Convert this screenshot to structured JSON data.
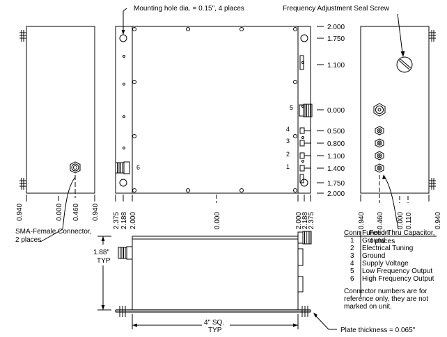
{
  "callouts": {
    "mounting_hole": "Mounting hole dia. = 0.15\", 4 places",
    "seal_screw": "Frequency Adjustment Seal Screw",
    "sma_connector_line1": "SMA-Female Connector,",
    "sma_connector_line2": "2 places",
    "feed_thru_line1": "Feed-Thru Capacitor,",
    "feed_thru_line2": "4 places",
    "plate_thickness": "Plate thickness = 0.065\"",
    "height_value": "1.88\"",
    "height_typ": "TYP",
    "width_value": "4\" SQ.",
    "width_typ": "TYP"
  },
  "right_dimensions": [
    "2.000",
    "1.750",
    "1.100",
    "0.000",
    "0.500",
    "0.800",
    "1.100",
    "1.400",
    "1.750",
    "2.000"
  ],
  "left_view_dims": [
    "0.940",
    "0.000",
    "0.460",
    "0.940"
  ],
  "center_view_dims": [
    "2.375",
    "2.188",
    "2.000",
    "0.000",
    "2.000",
    "2.188",
    "2.375"
  ],
  "right_view_dims": [
    "0.940",
    "0.460",
    "0.000",
    "0.110",
    "0.940"
  ],
  "connector_numbers": [
    "5",
    "4",
    "3",
    "2",
    "1",
    "6"
  ],
  "table": {
    "header_conn": "Conn",
    "header_function": "Function",
    "rows": [
      {
        "conn": "1",
        "function": "Ground"
      },
      {
        "conn": "2",
        "function": "Electrical Tuning"
      },
      {
        "conn": "3",
        "function": "Ground"
      },
      {
        "conn": "4",
        "function": "Supply Voltage"
      },
      {
        "conn": "5",
        "function": "Low Frequency Output"
      },
      {
        "conn": "6",
        "function": "High Frequency Output"
      }
    ],
    "note_line1": "Connector numbers are for",
    "note_line2": "reference only, they are not",
    "note_line3": "marked on unit."
  }
}
